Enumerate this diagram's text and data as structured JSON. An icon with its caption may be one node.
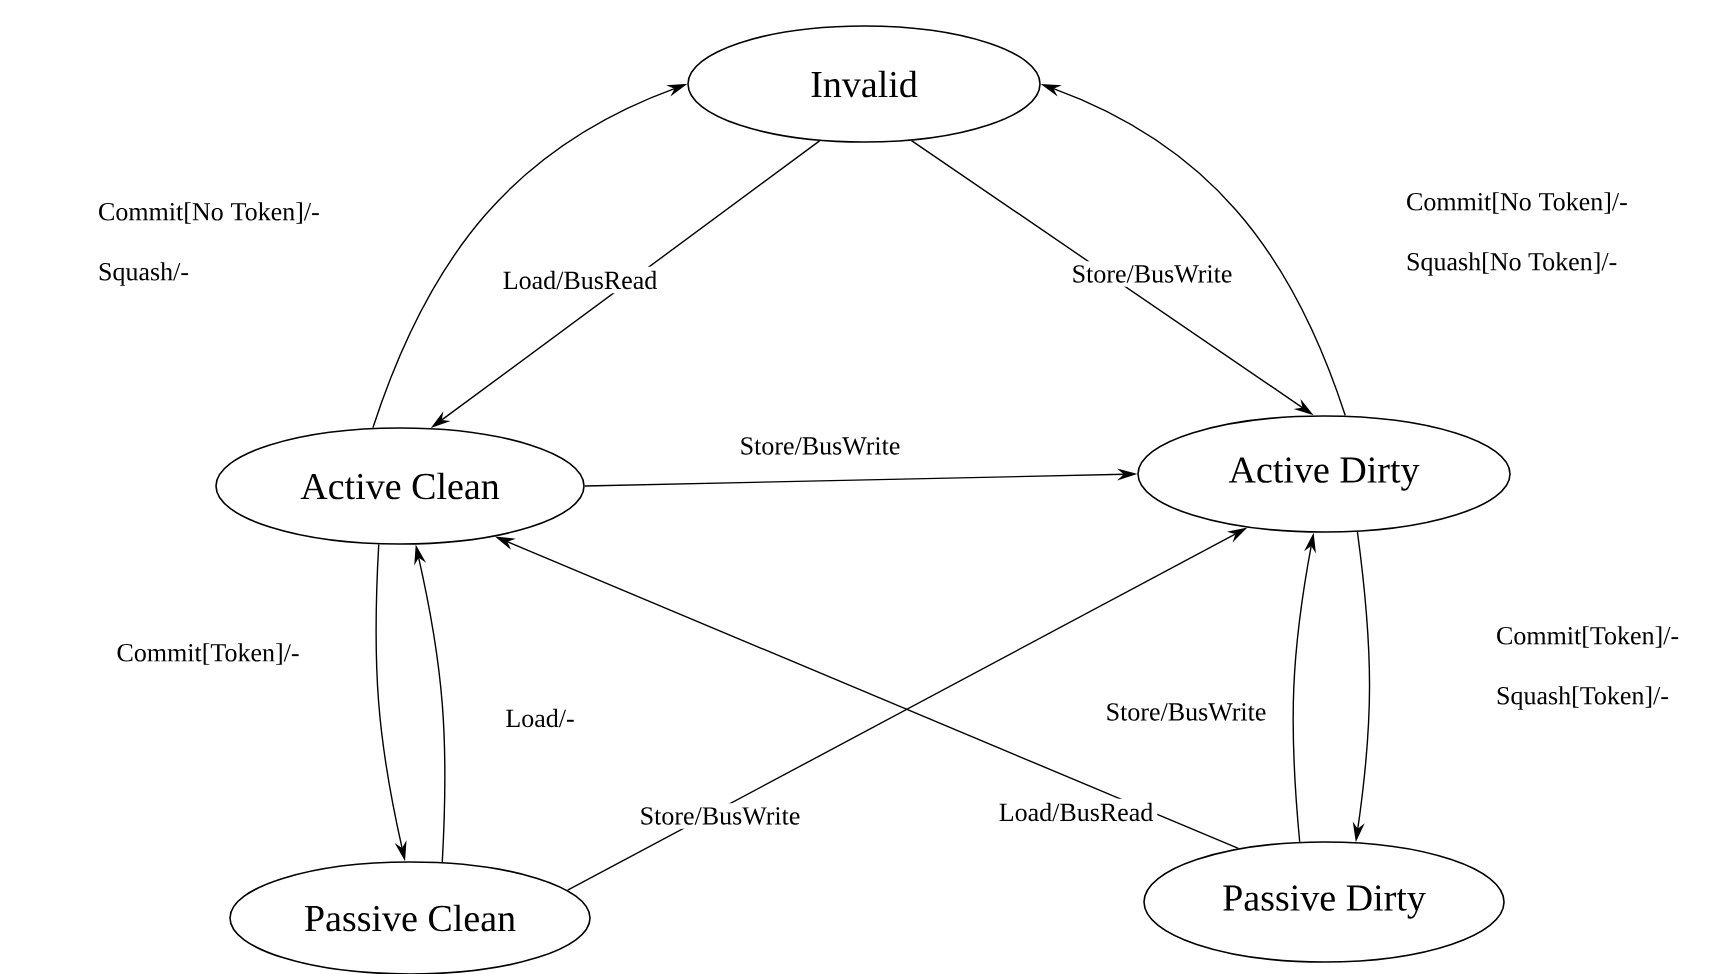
{
  "diagram": {
    "nodes": [
      {
        "text": [
          "Invalid"
        ]
      },
      {
        "text": [
          "Active Clean"
        ]
      },
      {
        "text": [
          "Active Dirty"
        ]
      },
      {
        "text": [
          "Passive Clean"
        ]
      },
      {
        "text": [
          "Passive Dirty"
        ]
      }
    ],
    "edges": [
      {
        "from": 1,
        "to": 0,
        "arrow": "to",
        "label": "Commit[No Token]/- Squash/-"
      },
      {
        "from": 0,
        "to": 1,
        "arrow": "to",
        "label": "Load/BusRead"
      },
      {
        "from": 0,
        "to": 2,
        "arrow": "to",
        "label": "Store/BusWrite"
      },
      {
        "from": 2,
        "to": 0,
        "arrow": "to",
        "label": "Commit[No Token]/- Squash[No Token]/-"
      },
      {
        "from": 1,
        "to": 2,
        "arrow": "to",
        "label": "Store/BusWrite"
      },
      {
        "from": 1,
        "to": 3,
        "arrow": "to",
        "label": "Commit[Token]/-"
      },
      {
        "from": 3,
        "to": 1,
        "arrow": "to",
        "label": "Load/-"
      },
      {
        "from": 3,
        "to": 2,
        "arrow": "to",
        "label": "Store/BusWrite"
      },
      {
        "from": 4,
        "to": 1,
        "arrow": "to",
        "label": "Load/BusRead"
      },
      {
        "from": 2,
        "to": 4,
        "arrow": "to",
        "label": "Commit[Token]/- Squash[Token]/-"
      },
      {
        "from": 4,
        "to": 2,
        "arrow": "to",
        "label": "Store/BusWrite"
      }
    ]
  }
}
